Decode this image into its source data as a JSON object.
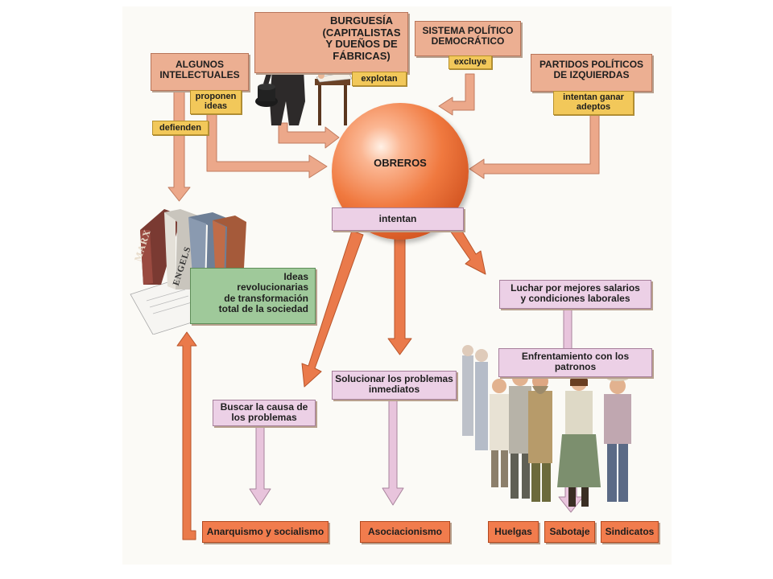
{
  "diagram": {
    "center": "OBREROS",
    "center_verb": "intentan",
    "bourgeoisie": {
      "label": "BURGUESÍA\n(CAPITALISTAS\nY DUEÑOS DE\nFÁBRICAS)",
      "verb": "explotan"
    },
    "democracy": {
      "label": "SISTEMA POLÍTICO\nDEMOCRÁTICO",
      "verb": "excluye"
    },
    "intellectuals": {
      "label": "ALGUNOS\nINTELECTUALES",
      "verb_ideas": "proponen\nideas",
      "verb_defend": "defienden"
    },
    "left_parties": {
      "label": "PARTIDOS POLÍTICOS\nDE IZQUIERDAS",
      "verb": "intentan ganar\nadeptos"
    },
    "revolutionary_ideas": "Ideas\nrevolucionarias\nde transformación\ntotal de la sociedad",
    "book_spines": [
      "MARX",
      "ENGELS"
    ],
    "goal_cause": "Buscar la causa de\nlos problemas",
    "goal_immediate": "Solucionar los problemas\ninmediatos",
    "goal_conditions": "Luchar por mejores salarios\ny condiciones laborales",
    "goal_confront": "Enfrentamiento con los\npatronos",
    "outcome_anarchism": "Anarquismo y socialismo",
    "outcome_associations": "Asociacionismo",
    "outcome_strikes": "Huelgas",
    "outcome_sabotage": "Sabotaje",
    "outcome_unions": "Sindicatos"
  },
  "colors": {
    "salmon_box": "#ecaf92",
    "yellow_tag": "#f2c85a",
    "pink_box": "#ecd0e6",
    "green_box": "#9fc99a",
    "orange_box": "#f17c4d",
    "arrow_salmon": "#eca88a",
    "arrow_orange": "#ea7a4b",
    "arrow_pink": "#e8c4dc"
  }
}
